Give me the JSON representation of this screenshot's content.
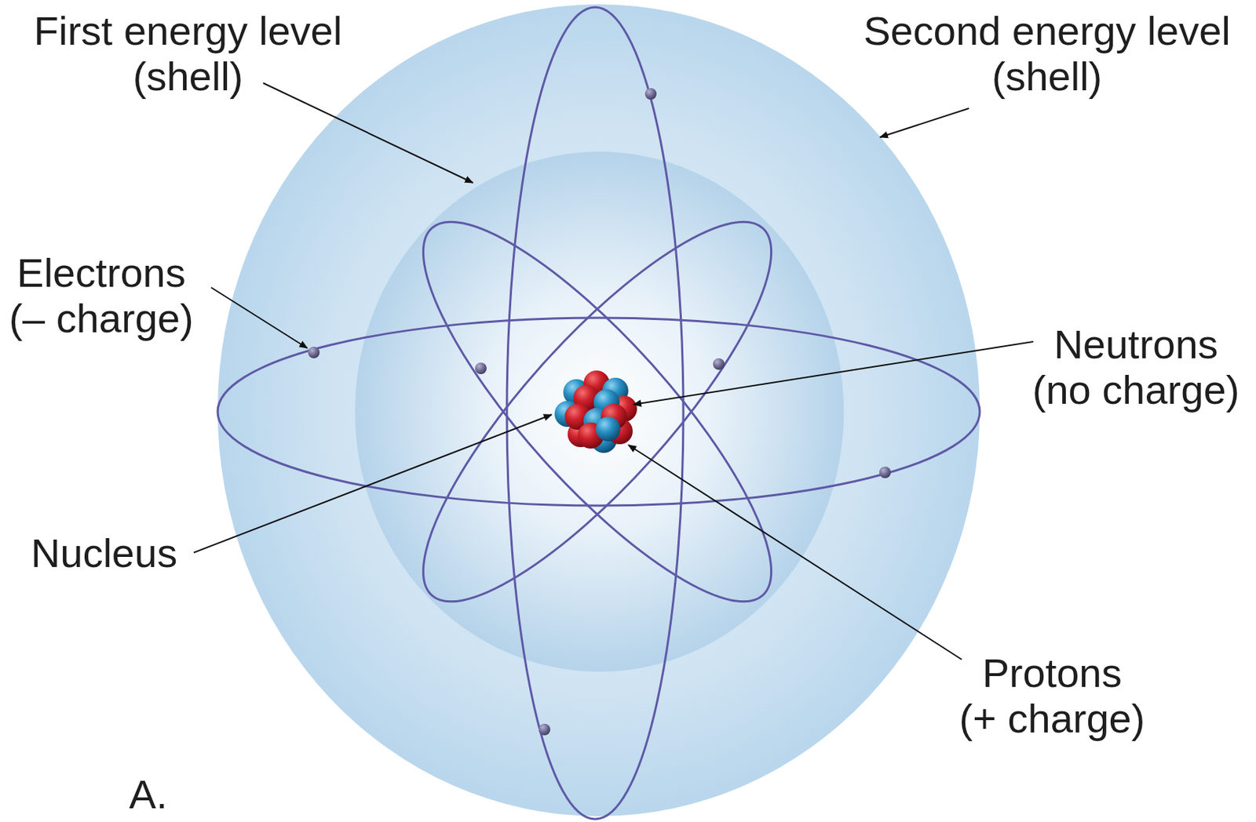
{
  "diagram": {
    "labels": [
      "First energy level (shell)",
      "Second energy level (shell)",
      "Electrons (– charge)",
      "Neutrons (no charge)",
      "Nucleus",
      "Protons (+ charge)",
      "A."
    ]
  }
}
